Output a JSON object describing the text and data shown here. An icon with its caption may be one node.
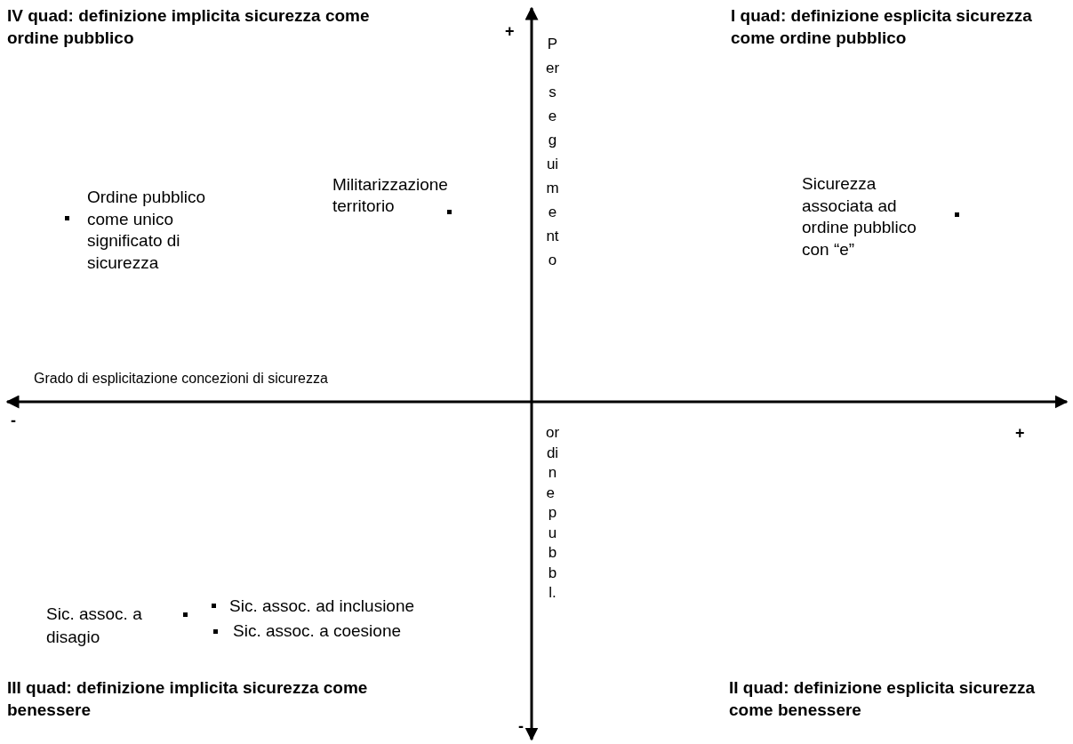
{
  "diagram": {
    "labels": [
      "IV quad: definizione implicita sicurezza come ordine pubblico",
      "+",
      "Perseguimento",
      "I quad: definizione esplicita sicurezza come ordine pubblico",
      "Militarizzazione territorio",
      "Ordine pubblico come unico significato di sicurezza",
      "Sicurezza associata ad ordine pubblico con “e”",
      "Grado di esplicitazione concezioni di sicurezza",
      "-",
      "+",
      "ordine pubbl.",
      "Sic. assoc. ad inclusione",
      "Sic. assoc. a disagio",
      "Sic. assoc. a coesione",
      "III quad: definizione implicita sicurezza come benessere",
      "-",
      "II quad: definizione esplicita sicurezza come benessere"
    ]
  }
}
